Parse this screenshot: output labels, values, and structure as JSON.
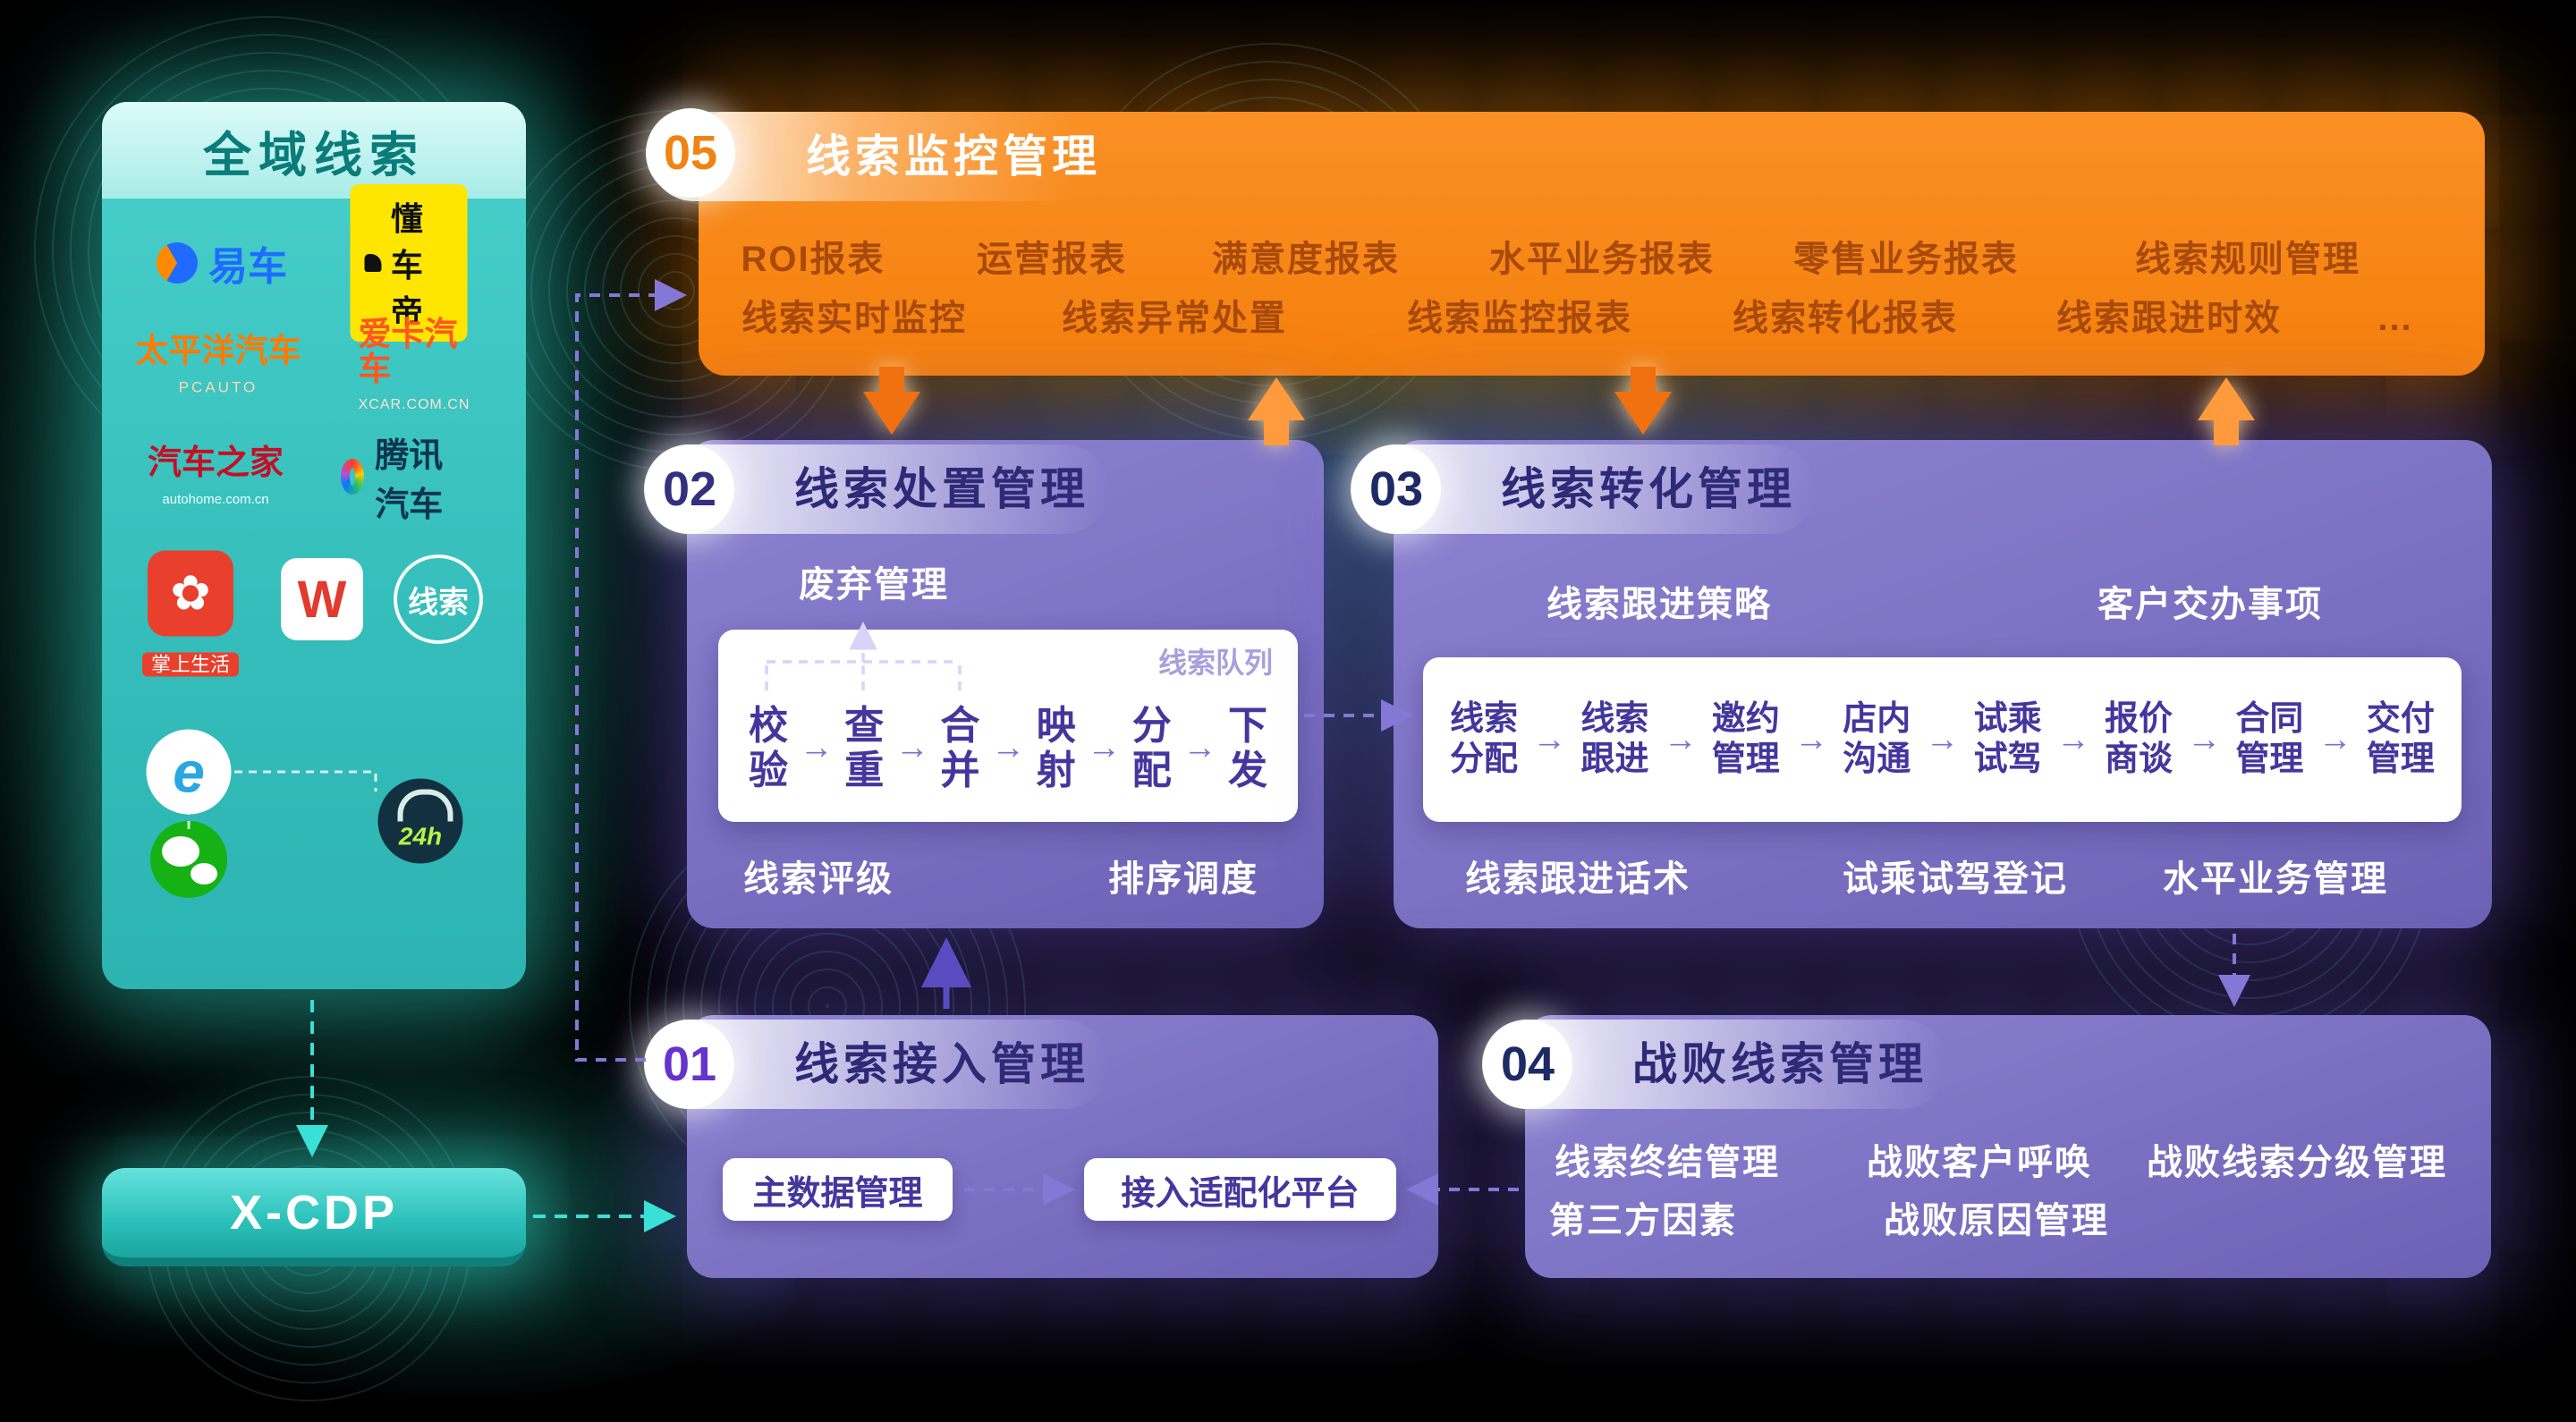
{
  "sidebar": {
    "title": "全域线索",
    "logos": {
      "yiche": "易车",
      "dongchedi": "懂车帝",
      "pcauto": "太平洋汽车",
      "pcauto_sub": "PCAUTO",
      "xcar": "爱卡汽车",
      "xcar_sub": "XCAR.COM.CN",
      "autohome": "汽车之家",
      "autohome_sub": "autohome.com.cn",
      "tencent": "腾讯汽车",
      "zssh": "掌上生活",
      "w": "W",
      "leads": "线索",
      "ie": "e",
      "h24": "24h"
    }
  },
  "xcdp": {
    "label": "X-CDP"
  },
  "p05": {
    "number": "05",
    "title": "线索监控管理",
    "row1": [
      "ROI报表",
      "运营报表",
      "满意度报表",
      "水平业务报表",
      "零售业务报表",
      "线索规则管理"
    ],
    "row2": [
      "线索实时监控",
      "线索异常处置",
      "线索监控报表",
      "线索转化报表",
      "线索跟进时效",
      "..."
    ]
  },
  "p02": {
    "number": "02",
    "title": "线索处置管理",
    "discard_label": "废弃管理",
    "queue_label": "线索队列",
    "flow": [
      "校验",
      "查重",
      "合并",
      "映射",
      "分配",
      "下发"
    ],
    "bottom": [
      "线索评级",
      "排序调度"
    ]
  },
  "p03": {
    "number": "03",
    "title": "线索转化管理",
    "top": [
      "线索跟进策略",
      "客户交办事项"
    ],
    "flow": [
      "线索分配",
      "线索跟进",
      "邀约管理",
      "店内沟通",
      "试乘试驾",
      "报价商谈",
      "合同管理",
      "交付管理"
    ],
    "bottom": [
      "线索跟进话术",
      "试乘试驾登记",
      "水平业务管理"
    ]
  },
  "p01": {
    "number": "01",
    "title": "线索接入管理",
    "boxes": [
      "主数据管理",
      "接入适配化平台"
    ]
  },
  "p04": {
    "number": "04",
    "title": "战败线索管理",
    "row1": [
      "线索终结管理",
      "战败客户呼唤",
      "战败线索分级管理"
    ],
    "row2": [
      "第三方因素",
      "战败原因管理"
    ]
  },
  "colors": {
    "teal": "#2fc4bf",
    "orange": "#f57f0b",
    "purple_panel": "#7b70c2",
    "deep_indigo": "#2e2a78",
    "flow_text": "#43379e"
  }
}
